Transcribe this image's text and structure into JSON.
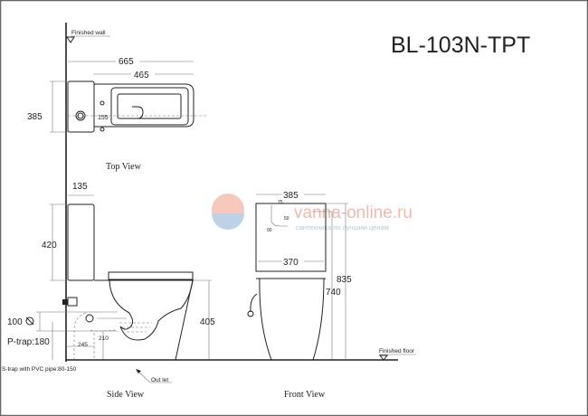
{
  "title": "BL-103N-TPT",
  "watermark": {
    "brand": "vanna-online.ru",
    "tagline": "сантехника по лучшим ценам",
    "brand_color": "#f0a090",
    "tagline_color": "#9ab4d0"
  },
  "labels": {
    "finished_wall": "Finished wall",
    "finished_floor": "Finished floor",
    "top_view": "Top View",
    "side_view": "Side View",
    "front_view": "Front View",
    "outlet": "Out let",
    "s_trap": "S-trap with PVC pipe:80-150",
    "p_trap": "P-trap:180",
    "inlet_height": "100"
  },
  "dimensions": {
    "top_length": "665",
    "bowl_length": "465",
    "width": "385",
    "hole_spacing": "155",
    "tank_depth": "135",
    "tank_height": "420",
    "seat_height": "405",
    "dim_245": "245",
    "dim_210": "210",
    "front_width": "385",
    "front_bowl_width": "370",
    "total_height": "835",
    "bowl_height": "740",
    "dim_75": "75",
    "dim_50": "50",
    "dim_90": "90"
  }
}
